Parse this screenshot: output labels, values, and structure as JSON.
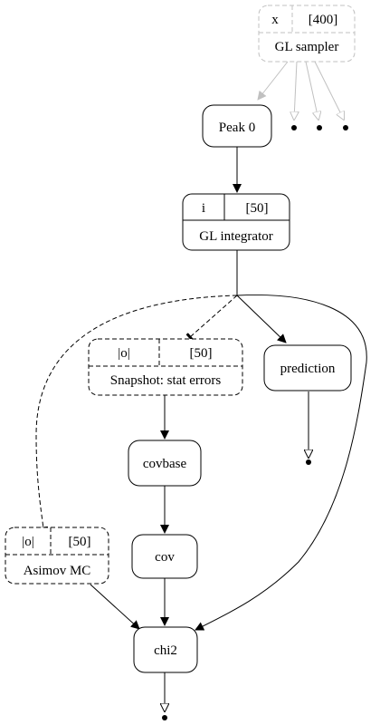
{
  "nodes": {
    "gl_sampler": {
      "left": "x",
      "right": "[400]",
      "label": "GL sampler"
    },
    "peak0": {
      "label": "Peak 0"
    },
    "gl_integrator": {
      "left": "i",
      "right": "[50]",
      "label": "GL integrator"
    },
    "snapshot": {
      "left": "|o|",
      "right": "[50]",
      "label": "Snapshot: stat errors"
    },
    "prediction": {
      "label": "prediction"
    },
    "covbase": {
      "label": "covbase"
    },
    "cov": {
      "label": "cov"
    },
    "asimov": {
      "left": "|o|",
      "right": "[50]",
      "label": "Asimov MC"
    },
    "chi2": {
      "label": "chi2"
    }
  },
  "colors": {
    "line": "#000000",
    "gray": "#c0c0c0"
  }
}
